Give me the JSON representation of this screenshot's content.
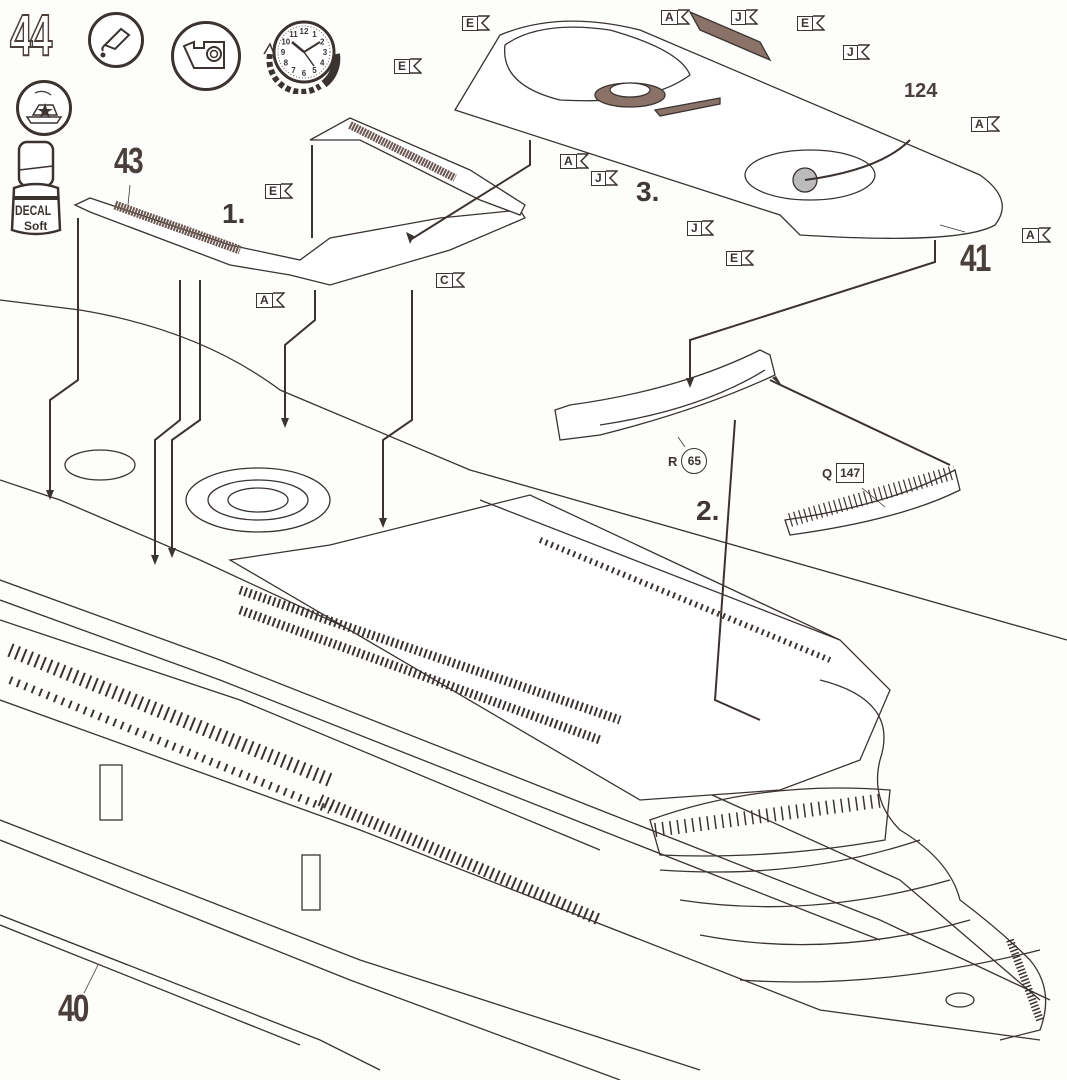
{
  "page": {
    "step_number": "44",
    "type": "model kit assembly instructions"
  },
  "icons": [
    {
      "name": "glue-tube-icon",
      "meaning": "apply glue"
    },
    {
      "name": "tape-dispenser-icon",
      "meaning": "use tape"
    },
    {
      "name": "clock-icon",
      "meaning": "let dry / wait"
    },
    {
      "name": "decal-water-icon",
      "meaning": "apply water-slide decal"
    }
  ],
  "decal_product": {
    "line1": "DECAL",
    "line2": "Soft"
  },
  "sub_steps": [
    "1.",
    "2.",
    "3."
  ],
  "part_numbers": {
    "p43": "43",
    "p41": "41",
    "p40": "40",
    "p124": "124"
  },
  "references": {
    "r65": {
      "letter": "R",
      "number": "65"
    },
    "q147": {
      "letter": "Q",
      "number": "147"
    }
  },
  "color_flags": [
    {
      "letter": "E",
      "id": "e1"
    },
    {
      "letter": "E",
      "id": "e2"
    },
    {
      "letter": "A",
      "id": "a1"
    },
    {
      "letter": "C",
      "id": "c1"
    },
    {
      "letter": "E",
      "id": "e3"
    },
    {
      "letter": "A",
      "id": "a2"
    },
    {
      "letter": "J",
      "id": "j1"
    },
    {
      "letter": "E",
      "id": "e4"
    },
    {
      "letter": "J",
      "id": "j2"
    },
    {
      "letter": "A",
      "id": "a3"
    },
    {
      "letter": "J",
      "id": "j3"
    },
    {
      "letter": "A",
      "id": "a4"
    },
    {
      "letter": "J",
      "id": "j4"
    },
    {
      "letter": "E",
      "id": "e5"
    },
    {
      "letter": "A",
      "id": "a5"
    }
  ],
  "clock": {
    "numerals": [
      "12",
      "1",
      "2",
      "3",
      "4",
      "5",
      "6",
      "7",
      "8",
      "9",
      "10",
      "11"
    ]
  },
  "colors": {
    "ink": "#3a3330",
    "paper": "#fdfdfc",
    "part_fill": "#8a7268"
  }
}
